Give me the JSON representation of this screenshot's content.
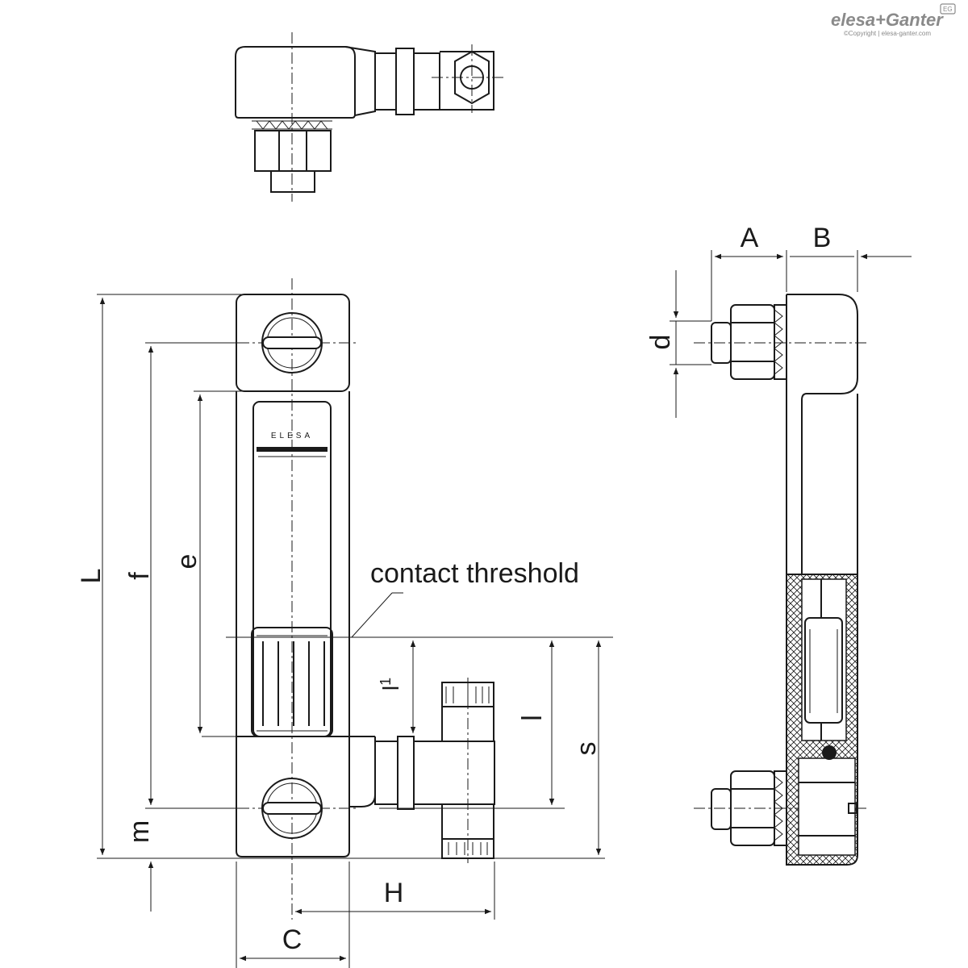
{
  "brand": {
    "logo": "elesa+Ganter",
    "badge": "EG",
    "copyright": "©Copyright | elesa-ganter.com"
  },
  "window_label": "ELESA",
  "annotation": "contact threshold",
  "dimensions": {
    "L": "L",
    "f": "f",
    "e": "e",
    "m": "m",
    "l1": "l",
    "l1_sub": "1",
    "l": "l",
    "s": "s",
    "H": "H",
    "C": "C",
    "A": "A",
    "B": "B",
    "d": "d"
  }
}
